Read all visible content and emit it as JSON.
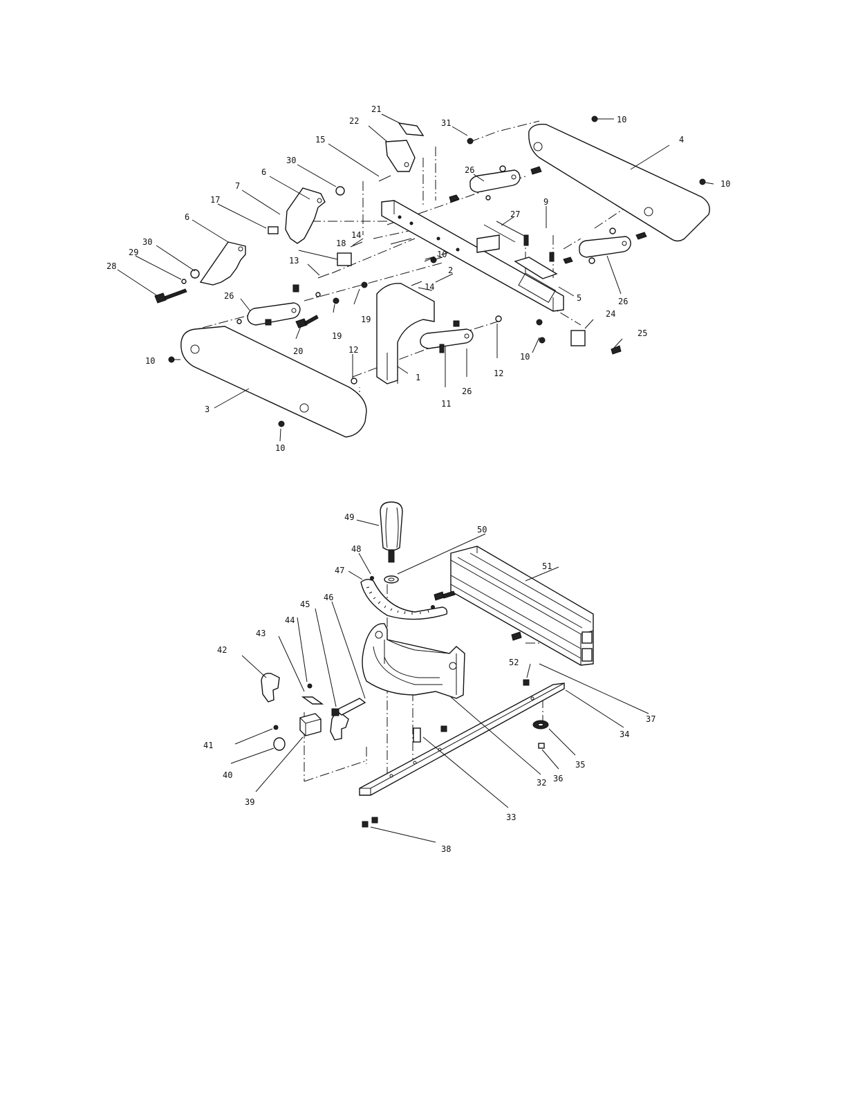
{
  "diagram": {
    "upper_assembly_callouts": [
      "21",
      "22",
      "31",
      "15",
      "30",
      "6",
      "7",
      "17",
      "6",
      "30",
      "29",
      "28",
      "26",
      "9",
      "27",
      "14",
      "18",
      "13",
      "10",
      "14",
      "2",
      "5",
      "26",
      "10",
      "4",
      "10",
      "26",
      "19",
      "19",
      "20",
      "1",
      "12",
      "26",
      "11",
      "24",
      "25",
      "10",
      "12",
      "10",
      "3",
      "10"
    ],
    "lower_assembly_callouts": [
      "49",
      "50",
      "48",
      "47",
      "51",
      "46",
      "45",
      "44",
      "43",
      "42",
      "52",
      "37",
      "34",
      "41",
      "40",
      "39",
      "35",
      "36",
      "33",
      "32",
      "38"
    ]
  }
}
